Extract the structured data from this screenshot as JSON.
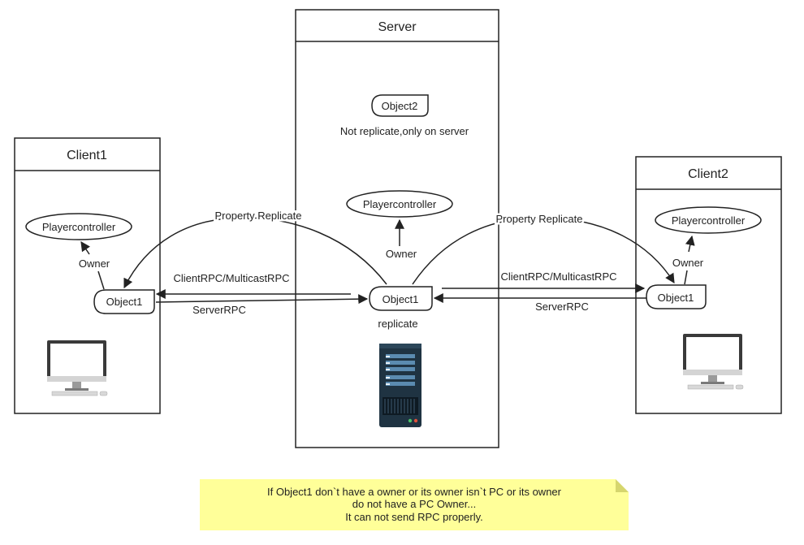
{
  "panels": {
    "client1": {
      "title": "Client1"
    },
    "server": {
      "title": "Server"
    },
    "client2": {
      "title": "Client2"
    }
  },
  "server": {
    "object2": "Object2",
    "object2_note": "Not replicate,only on server",
    "playercontroller": "Playercontroller",
    "owner": "Owner",
    "object1": "Object1",
    "object1_note": "replicate"
  },
  "client1": {
    "playercontroller": "Playercontroller",
    "owner": "Owner",
    "object1": "Object1"
  },
  "client2": {
    "playercontroller": "Playercontroller",
    "owner": "Owner",
    "object1": "Object1"
  },
  "edges": {
    "property_replicate_left": "Property Replicate",
    "property_replicate_right": "Property Replicate",
    "client_rpc_left": "ClientRPC/MulticastRPC",
    "client_rpc_right": "ClientRPC/MulticastRPC",
    "server_rpc_left": "ServerRPC",
    "server_rpc_right": "ServerRPC"
  },
  "note": {
    "line1": "If Object1 don`t have a owner or its owner isn`t PC or its owner",
    "line2": "do not have a PC Owner...",
    "line3": "It can not send RPC properly."
  },
  "colors": {
    "stroke": "#222222",
    "note_fill": "#ffff99",
    "note_fold": "#d6d66e",
    "server_tower": "#1f3342",
    "server_slot": "#5b8bb0"
  },
  "icons": {
    "client1_device": "desktop-computer-icon",
    "client2_device": "desktop-computer-icon",
    "server_device": "server-rack-icon"
  }
}
